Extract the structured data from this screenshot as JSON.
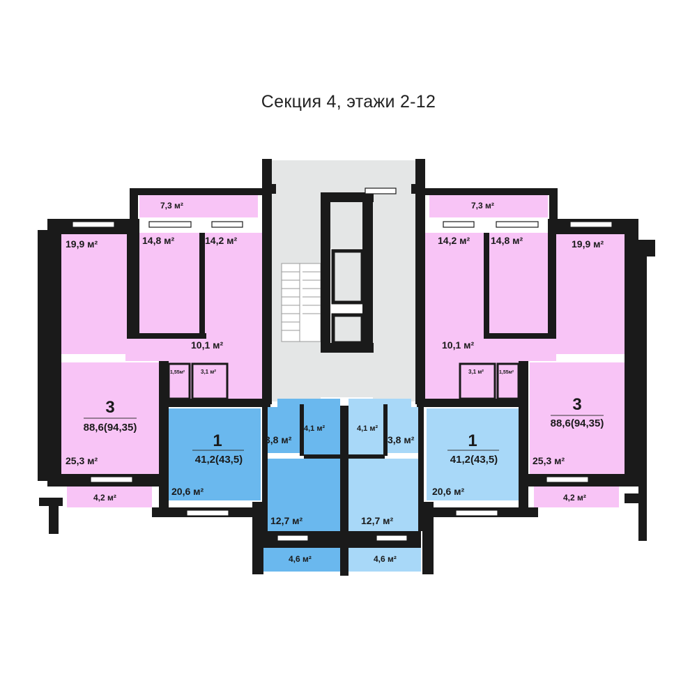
{
  "title": "Секция 4, этажи 2-12",
  "unit": "м²",
  "colors": {
    "pink": "#f8c4f6",
    "blue_dark": "#6ab8ee",
    "blue_light": "#a8d8f8",
    "wall": "#1a1a1a",
    "common": "#e4e6e6"
  },
  "apartments": {
    "left_3": {
      "rooms": "3",
      "area": "88,6(94,35)"
    },
    "right_3": {
      "rooms": "3",
      "area": "88,6(94,35)"
    },
    "left_1": {
      "rooms": "1",
      "area": "41,2(43,5)"
    },
    "right_1": {
      "rooms": "1",
      "area": "41,2(43,5)"
    }
  },
  "room_areas": {
    "l_loggia_top": "7,3 м²",
    "l_room_199": "19,9 м²",
    "l_room_148": "14,8 м²",
    "l_kitchen_142": "14,2 м²",
    "l_hall_101": "10,1 м²",
    "l_wc_155": "1,55м²",
    "l_bath_31": "3,1 м²",
    "l_room_253": "25,3 м²",
    "l_loggia_42": "4,2 м²",
    "l1_closet_38": "3,8 м²",
    "l1_bath_41": "4,1 м²",
    "l1_room_206": "20,6 м²",
    "l1_kitchen_127": "12,7 м²",
    "l1_loggia_46": "4,6 м²",
    "r_loggia_top": "7,3 м²",
    "r_room_199": "19,9 м²",
    "r_room_148": "14,8 м²",
    "r_kitchen_142": "14,2 м²",
    "r_hall_101": "10,1 м²",
    "r_wc_155": "1,55м²",
    "r_bath_31": "3,1 м²",
    "r_room_253": "25,3 м²",
    "r_loggia_42": "4,2 м²",
    "r1_closet_38": "3,8 м²",
    "r1_bath_41": "4,1 м²",
    "r1_room_206": "20,6 м²",
    "r1_kitchen_127": "12,7 м²",
    "r1_loggia_46": "4,6 м²"
  }
}
